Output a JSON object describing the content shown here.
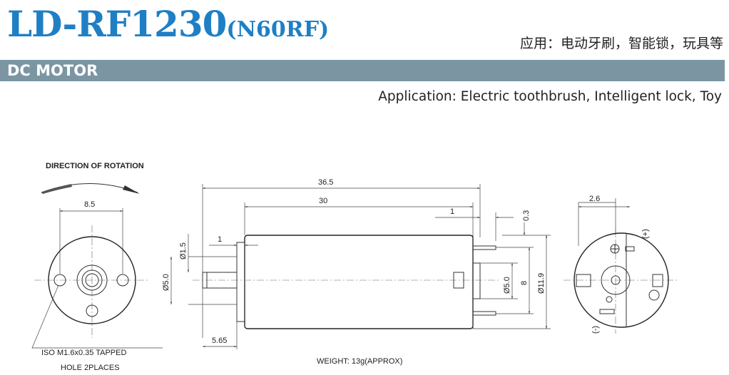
{
  "header": {
    "model": "LD-RF1230",
    "model_suffix": "(N60RF)",
    "application_cn": "应用：电动牙刷，智能锁，玩具等",
    "band_label": "DC MOTOR",
    "application_en": "Application: Electric toothbrush, Intelligent lock, Toy"
  },
  "drawing": {
    "front_view": {
      "rotation_label": "DIRECTION OF ROTATION",
      "hole_spacing": "8.5",
      "tapped_note_line1": "ISO M1.6x0.35 TAPPED",
      "tapped_note_line2": "HOLE 2PLACES"
    },
    "side_view": {
      "overall_length": "36.5",
      "body_length": "30",
      "terminal_offset": "1",
      "terminal_gap": "0.3",
      "shaft_step": "1",
      "shaft_dia_small": "Ø1.5",
      "shaft_dia": "Ø5.0",
      "shaft_length": "5.65",
      "boss_dia": "Ø5.0",
      "terminal_span": "8",
      "body_dia": "Ø11.9",
      "weight": "WEIGHT: 13g(APPROX)"
    },
    "rear_view": {
      "offset": "2.6",
      "plus_label": "(+)",
      "minus_label": "(-)"
    }
  }
}
